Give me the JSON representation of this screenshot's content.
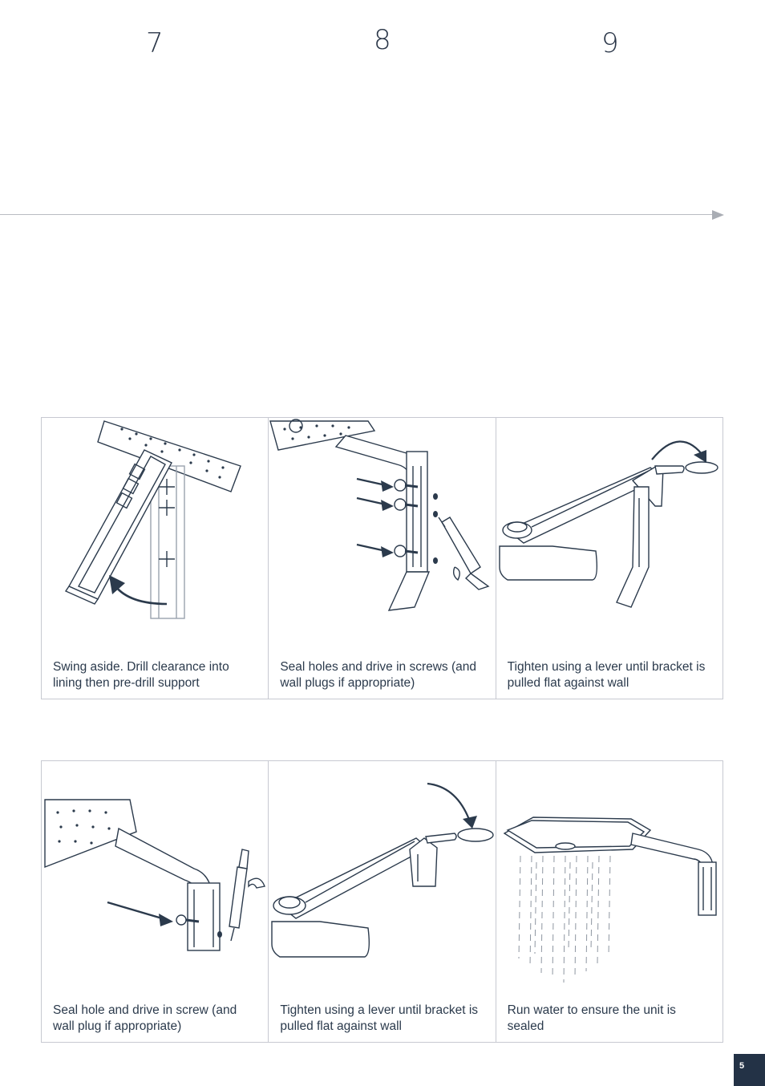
{
  "steps": {
    "s7": "7",
    "s8": "8",
    "s9": "9"
  },
  "row1": [
    {
      "caption": "Swing aside. Drill clearance into lining then pre-drill support",
      "icon": "bracket-swing-drill-illustration"
    },
    {
      "caption": "Seal holes and drive in screws (and wall plugs if appropriate)",
      "icon": "seal-screws-illustration"
    },
    {
      "caption": "Tighten using a lever until bracket is pulled flat against wall",
      "icon": "tighten-lever-illustration"
    }
  ],
  "row2": [
    {
      "caption": "Seal hole and drive in screw (and wall plug if appropriate)",
      "icon": "seal-screw-illustration"
    },
    {
      "caption": "Tighten using a lever until bracket is pulled flat against wall",
      "icon": "tighten-lever-illustration"
    },
    {
      "caption": "Run water to ensure the unit is sealed",
      "icon": "shower-water-illustration"
    }
  ],
  "page_number": "5",
  "colors": {
    "ink": "#2b3a4c",
    "border": "#c7c9d1",
    "badge": "#233246",
    "timeline": "#b9bcc2"
  }
}
